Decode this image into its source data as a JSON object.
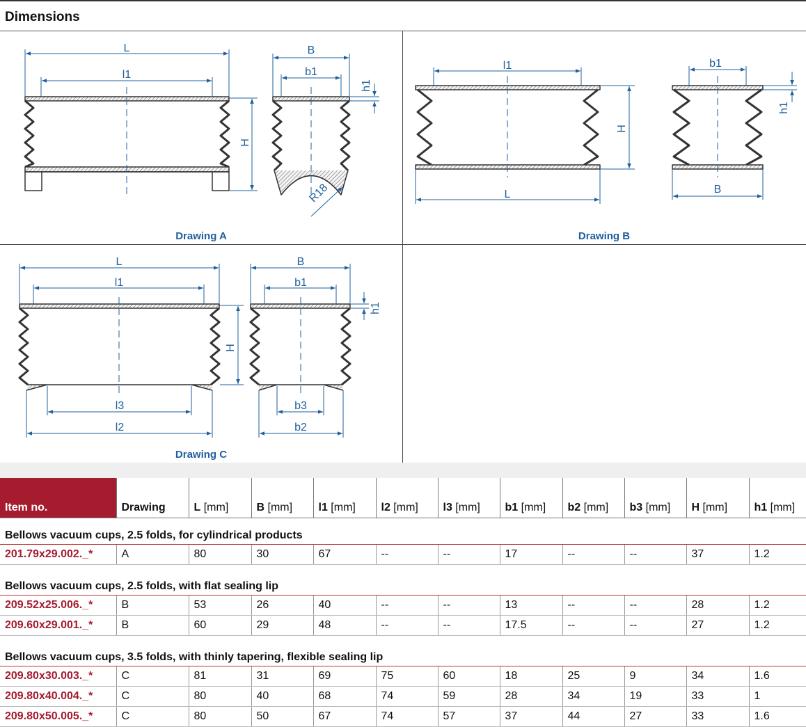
{
  "section_title": "Dimensions",
  "drawings": {
    "A": {
      "caption": "Drawing A",
      "labels": [
        "L",
        "l1",
        "H",
        "B",
        "b1",
        "h1",
        "R18"
      ]
    },
    "B": {
      "caption": "Drawing B",
      "labels": [
        "l1",
        "L",
        "H",
        "b1",
        "B",
        "h1"
      ]
    },
    "C": {
      "caption": "Drawing C",
      "labels": [
        "L",
        "l1",
        "H",
        "l3",
        "l2",
        "B",
        "b1",
        "h1",
        "b3",
        "b2"
      ]
    }
  },
  "table": {
    "headers": [
      {
        "name": "Item no.",
        "unit": ""
      },
      {
        "name": "Drawing",
        "unit": ""
      },
      {
        "name": "L",
        "unit": " [mm]"
      },
      {
        "name": "B",
        "unit": " [mm]"
      },
      {
        "name": "l1",
        "unit": " [mm]"
      },
      {
        "name": "l2",
        "unit": " [mm]"
      },
      {
        "name": "l3",
        "unit": " [mm]"
      },
      {
        "name": "b1",
        "unit": " [mm]"
      },
      {
        "name": "b2",
        "unit": " [mm]"
      },
      {
        "name": "b3",
        "unit": " [mm]"
      },
      {
        "name": "H",
        "unit": " [mm]"
      },
      {
        "name": "h1",
        "unit": " [mm]"
      }
    ],
    "groups": [
      {
        "title": "Bellows vacuum cups, 2.5 folds, for cylindrical products",
        "rows": [
          [
            "201.79x29.002._*",
            "A",
            "80",
            "30",
            "67",
            "--",
            "--",
            "17",
            "--",
            "--",
            "37",
            "1.2"
          ]
        ]
      },
      {
        "title": "Bellows vacuum cups, 2.5 folds, with flat sealing lip",
        "rows": [
          [
            "209.52x25.006._*",
            "B",
            "53",
            "26",
            "40",
            "--",
            "--",
            "13",
            "--",
            "--",
            "28",
            "1.2"
          ],
          [
            "209.60x29.001._*",
            "B",
            "60",
            "29",
            "48",
            "--",
            "--",
            "17.5",
            "--",
            "--",
            "27",
            "1.2"
          ]
        ]
      },
      {
        "title": "Bellows vacuum cups, 3.5 folds, with thinly tapering, flexible sealing lip",
        "rows": [
          [
            "209.80x30.003._*",
            "C",
            "81",
            "31",
            "69",
            "75",
            "60",
            "18",
            "25",
            "9",
            "34",
            "1.6"
          ],
          [
            "209.80x40.004._*",
            "C",
            "80",
            "40",
            "68",
            "74",
            "59",
            "28",
            "34",
            "19",
            "33",
            "1"
          ],
          [
            "209.80x50.005._*",
            "C",
            "80",
            "50",
            "67",
            "74",
            "57",
            "37",
            "44",
            "27",
            "33",
            "1.6"
          ]
        ]
      }
    ]
  }
}
